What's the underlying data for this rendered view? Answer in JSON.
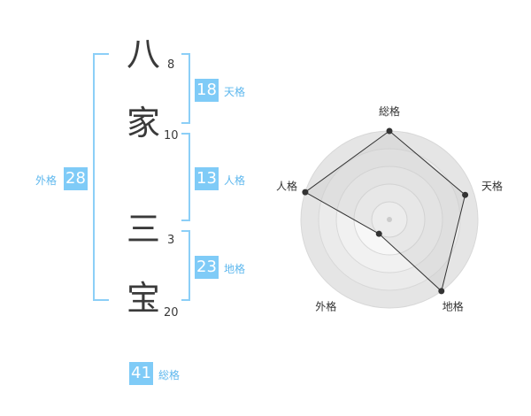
{
  "name_chars": [
    {
      "char": "八",
      "strokes": "8"
    },
    {
      "char": "家",
      "strokes": "10"
    },
    {
      "char": "三",
      "strokes": "3"
    },
    {
      "char": "宝",
      "strokes": "20"
    }
  ],
  "badges": {
    "tenkaku": {
      "value": "18",
      "label": "天格"
    },
    "jinkaku": {
      "value": "13",
      "label": "人格"
    },
    "chikaku": {
      "value": "23",
      "label": "地格"
    },
    "gaikaku": {
      "value": "28",
      "label": "外格"
    },
    "soukaku": {
      "value": "41",
      "label": "総格"
    }
  },
  "colors": {
    "accent": "#7fcbf7",
    "label": "#5fb8ee",
    "bracket": "#8ccff7"
  },
  "chart_data": {
    "type": "radar",
    "axes": [
      "総格",
      "天格",
      "地格",
      "外格",
      "人格"
    ],
    "rings": 5,
    "max": 5,
    "values": [
      5,
      4.5,
      5,
      1,
      5
    ]
  }
}
